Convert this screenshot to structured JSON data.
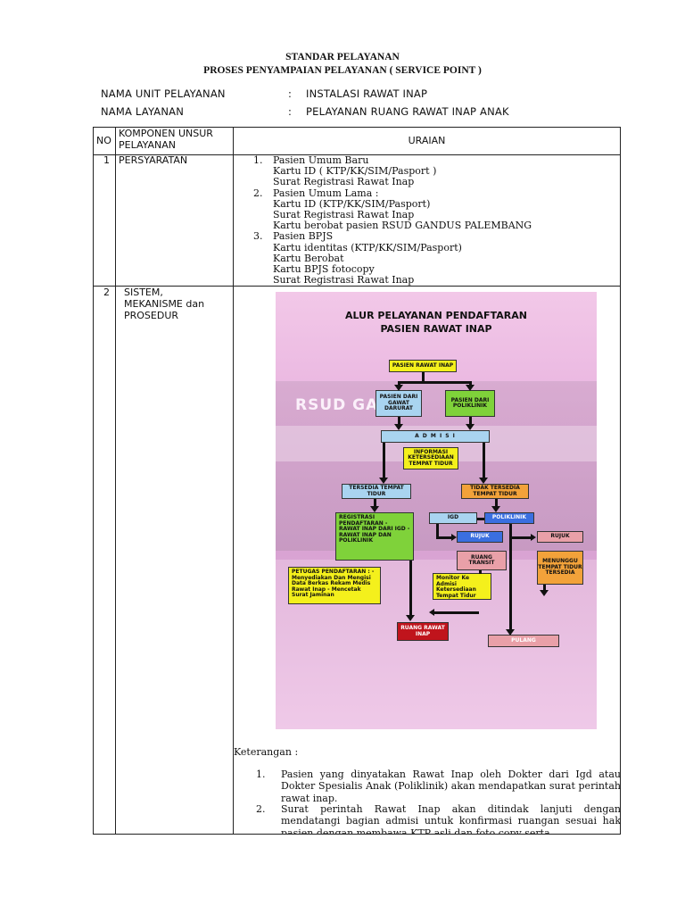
{
  "header": {
    "title_line1": "STANDAR PELAYANAN",
    "title_line2": "PROSES PENYAMPAIAN PELAYANAN ( SERVICE POINT )"
  },
  "info": [
    {
      "label": "NAMA UNIT PELAYANAN",
      "sep": ":",
      "value": "INSTALASI RAWAT INAP"
    },
    {
      "label": "NAMA LAYANAN",
      "sep": ":",
      "value": "PELAYANAN RUANG RAWAT INAP ANAK"
    }
  ],
  "table": {
    "col_no": "NO",
    "col_komponen": "KOMPONEN UNSUR PELAYANAN",
    "col_uraian": "URAIAN",
    "row1": {
      "no": "1",
      "komponen": "PERSYARATAN",
      "items": [
        {
          "num": "1.",
          "head": "Pasien Umum Baru",
          "lines": [
            "Kartu ID ( KTP/KK/SIM/Pasport )",
            "Surat Registrasi Rawat Inap"
          ]
        },
        {
          "num": "2.",
          "head": "Pasien Umum Lama :",
          "lines": [
            "Kartu ID (KTP/KK/SIM/Pasport)",
            "Surat Registrasi Rawat Inap",
            "Kartu berobat pasien RSUD GANDUS PALEMBANG"
          ]
        },
        {
          "num": "3.",
          "head": "Pasien BPJS",
          "lines": [
            "Kartu identitas (KTP/KK/SIM/Pasport)",
            "Kartu Berobat",
            "Kartu BPJS fotocopy",
            "Surat Registrasi Rawat Inap"
          ]
        }
      ]
    },
    "row2": {
      "no": "2",
      "komponen_line1": "SISTEM,",
      "komponen_line2": "MEKANISME dan",
      "komponen_line3": "PROSEDUR",
      "keterangan_label": "Keterangan :",
      "keterangan": [
        {
          "num": "1.",
          "text": "Pasien yang dinyatakan Rawat Inap oleh Dokter dari Igd atau Dokter Spesialis Anak (Poliklinik) akan mendapatkan surat perintah rawat inap."
        },
        {
          "num": "2.",
          "text": "Surat perintah Rawat Inap akan ditindak lanjuti dengan mendatangi bagian admisi untuk konfirmasi ruangan sesuai hak pasien dengan membawa KTP asli dan foto copy serta"
        }
      ]
    }
  },
  "flowchart": {
    "title_line1": "ALUR PELAYANAN  PENDAFTARAN",
    "title_line2": "PASIEN RAWAT INAP",
    "sign": "RSUD GANDU",
    "pasien_rawat_inap": "PASIEN RAWAT INAP",
    "dari_gawat": "PASIEN DARI GAWAT DARURAT",
    "dari_poli": "PASIEN DARI POLIKLINIK",
    "admisi": "A D M I S I",
    "informasi": "INFORMASI KETERSEDIAAN TEMPAT TIDUR",
    "tersedia": "TERSEDIA TEMPAT TIDUR",
    "tidak_tersedia": "TIDAK TERSEDIA TEMPAT TIDUR",
    "registrasi": "REGISTRASI PENDAFTARAN - RAWAT INAP DARI IGD - RAWAT INAP DAN POLIKLINIK",
    "igd": "IGD",
    "poliklinik": "POLIKLINIK",
    "rujuk1": "RUJUK",
    "rujuk2": "RUJUK",
    "ruang_transit": "RUANG TRANSIT",
    "menunggu": "MENUNGGU TEMPAT TIDUR TERSEDIA",
    "petugas": "PETUGAS PENDAFTARAN : - Menyediakan Dan Mengisi Data Berkas Rekam Medis Rawat Inap - Mencetak Surat Jaminan",
    "monitor": "Monitor Ke Admisi Ketersediaan Tempat Tidur",
    "ruang_rawat": "RUANG RAWAT INAP",
    "pulang": "PULANG",
    "colors": {
      "green": "#7fd23a",
      "yellow": "#f4f01c",
      "blue": "#3a6fe0",
      "red": "#c0141c",
      "orange": "#f2a23a",
      "lightblue": "#a9d4f0",
      "pink": "#e9a0a8"
    }
  }
}
